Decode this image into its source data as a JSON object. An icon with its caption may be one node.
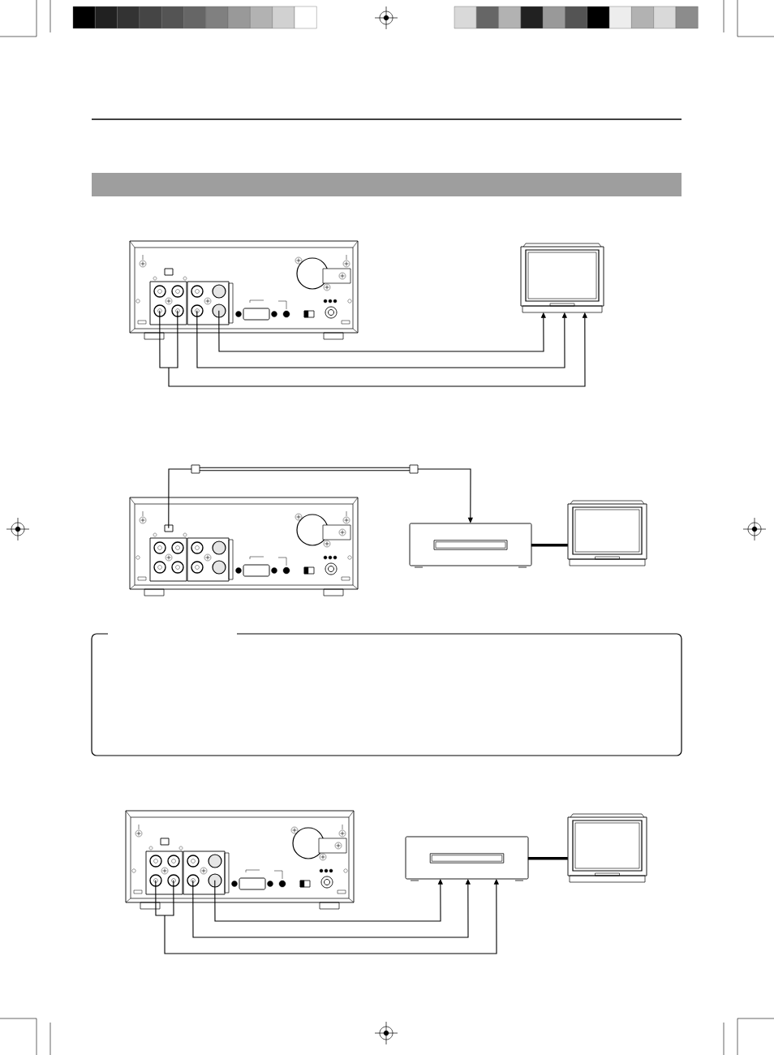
{
  "diagram": {
    "nodes": [
      {
        "text": [],
        "shape": "band"
      },
      {
        "text": [],
        "shape": "panel"
      },
      {
        "text": [],
        "shape": "monitor"
      },
      {
        "text": [],
        "shape": "panel"
      },
      {
        "text": [],
        "shape": "recorder"
      },
      {
        "text": [],
        "shape": "monitor"
      },
      {
        "text": [],
        "shape": "panel"
      },
      {
        "text": [],
        "shape": "recorder"
      },
      {
        "text": [],
        "shape": "monitor"
      }
    ],
    "edges": [
      {
        "from": 1,
        "to": 2,
        "arrow": "to"
      },
      {
        "from": 1,
        "to": 2,
        "arrow": "to"
      },
      {
        "from": 1,
        "to": 2,
        "arrow": "to"
      },
      {
        "from": 3,
        "to": 4,
        "arrow": "to"
      },
      {
        "from": 4,
        "to": 5,
        "arrow": "none",
        "style": "thick"
      },
      {
        "from": 6,
        "to": 7,
        "arrow": "to"
      },
      {
        "from": 6,
        "to": 7,
        "arrow": "to"
      },
      {
        "from": 6,
        "to": 7,
        "arrow": "to"
      },
      {
        "from": 7,
        "to": 8,
        "arrow": "none",
        "style": "thick"
      }
    ]
  }
}
